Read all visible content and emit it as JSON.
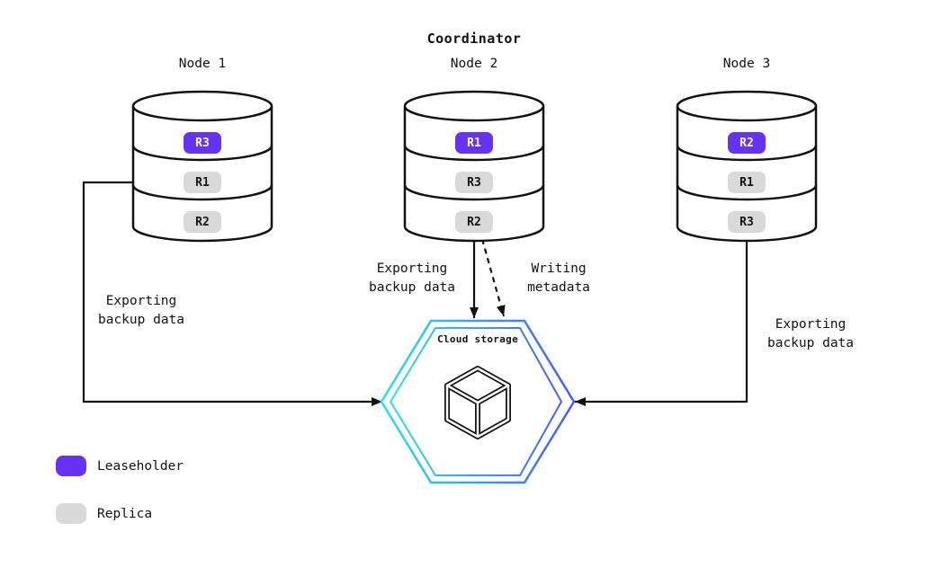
{
  "title": "Coordinator",
  "nodes": [
    {
      "label": "Node 1",
      "replicas": [
        {
          "id": "R3",
          "role": "leaseholder"
        },
        {
          "id": "R1",
          "role": "replica"
        },
        {
          "id": "R2",
          "role": "replica"
        }
      ]
    },
    {
      "label": "Node 2",
      "replicas": [
        {
          "id": "R1",
          "role": "leaseholder"
        },
        {
          "id": "R3",
          "role": "replica"
        },
        {
          "id": "R2",
          "role": "replica"
        }
      ]
    },
    {
      "label": "Node 3",
      "replicas": [
        {
          "id": "R2",
          "role": "leaseholder"
        },
        {
          "id": "R1",
          "role": "replica"
        },
        {
          "id": "R3",
          "role": "replica"
        }
      ]
    }
  ],
  "cloud_storage": {
    "label": "Cloud storage",
    "icon": "cube-icon"
  },
  "edge_labels": {
    "node1_export": {
      "line1": "Exporting",
      "line2": "backup data"
    },
    "node2_export": {
      "line1": "Exporting",
      "line2": "backup data"
    },
    "node2_metadata": {
      "line1": "Writing",
      "line2": "metadata"
    },
    "node3_export": {
      "line1": "Exporting",
      "line2": "backup data"
    }
  },
  "legend": [
    {
      "label": "Leaseholder"
    },
    {
      "label": "Replica"
    }
  ],
  "colors": {
    "leaseholder": "#6733f2",
    "replica": "#d9d9d9",
    "hex_gradient_start": "#27e1f2",
    "hex_gradient_end": "#4b5bf5",
    "stroke": "#111111"
  }
}
